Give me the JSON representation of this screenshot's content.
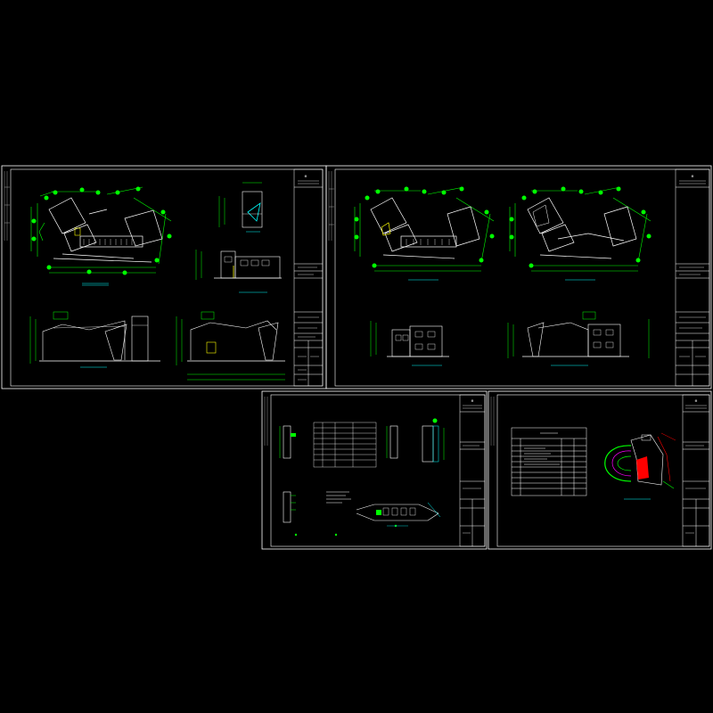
{
  "canvas": {
    "background": "#000000"
  },
  "colors": {
    "frame": "#ffffff",
    "dimension": "#00ff00",
    "annotation": "#00ffff",
    "accent_red": "#ff0000",
    "accent_yellow": "#ffff00",
    "accent_magenta": "#ff00ff"
  },
  "sheets": [
    {
      "id": "sheet-1",
      "title_block_mark": "⊞",
      "views": [
        {
          "id": "plan-main",
          "kind": "plan",
          "caption": ""
        },
        {
          "id": "detail-small",
          "kind": "detail",
          "caption": ""
        },
        {
          "id": "elevation-small",
          "kind": "elevation",
          "caption": ""
        },
        {
          "id": "elevation-long",
          "kind": "elevation",
          "caption": ""
        },
        {
          "id": "section",
          "kind": "section",
          "caption": ""
        }
      ]
    },
    {
      "id": "sheet-2",
      "title_block_mark": "⊞",
      "views": [
        {
          "id": "plan-left",
          "kind": "plan",
          "caption": ""
        },
        {
          "id": "plan-right",
          "kind": "plan",
          "caption": ""
        },
        {
          "id": "elevation-left",
          "kind": "elevation",
          "caption": ""
        },
        {
          "id": "elevation-right",
          "kind": "elevation",
          "caption": ""
        }
      ]
    },
    {
      "id": "sheet-3",
      "title_block_mark": "⊞",
      "views": [
        {
          "id": "details-grid",
          "kind": "details",
          "caption": ""
        },
        {
          "id": "schedule-table",
          "kind": "table",
          "caption": ""
        },
        {
          "id": "roof-plan",
          "kind": "plan",
          "caption": ""
        }
      ]
    },
    {
      "id": "sheet-4",
      "title_block_mark": "⊞",
      "views": [
        {
          "id": "drawing-index-table",
          "kind": "table",
          "caption": ""
        },
        {
          "id": "site-plan",
          "kind": "plan",
          "caption": ""
        }
      ]
    }
  ]
}
